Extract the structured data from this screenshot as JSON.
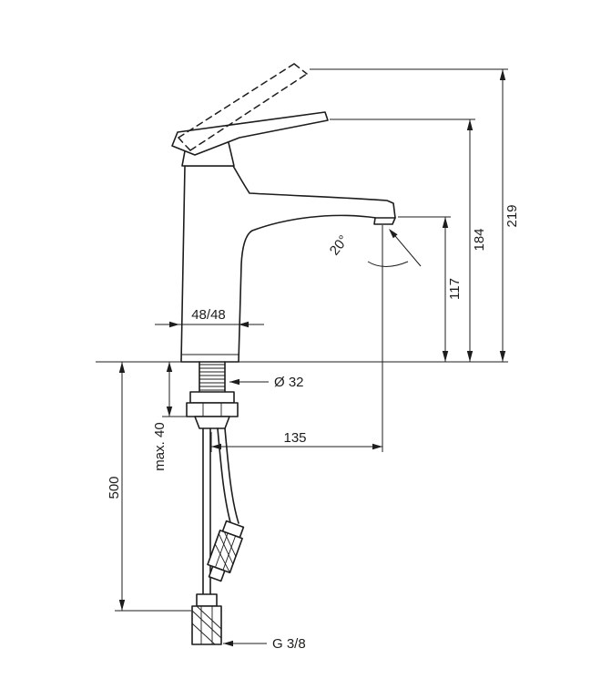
{
  "drawing": {
    "type": "technical-dimension-drawing",
    "subject": "single-lever basin mixer faucet with flexible supply hoses",
    "background_color": "#ffffff",
    "line_color": "#1d1d1b",
    "dimensions": {
      "total_height": "219",
      "height_to_handle": "184",
      "spout_height": "117",
      "spout_angle": "20°",
      "base_footprint": "48/48",
      "mounting_hole_diameter": "Ø 32",
      "max_mounting_thickness": "max. 40",
      "spout_reach": "135",
      "hose_length": "500",
      "connection_thread": "G 3/8"
    }
  }
}
